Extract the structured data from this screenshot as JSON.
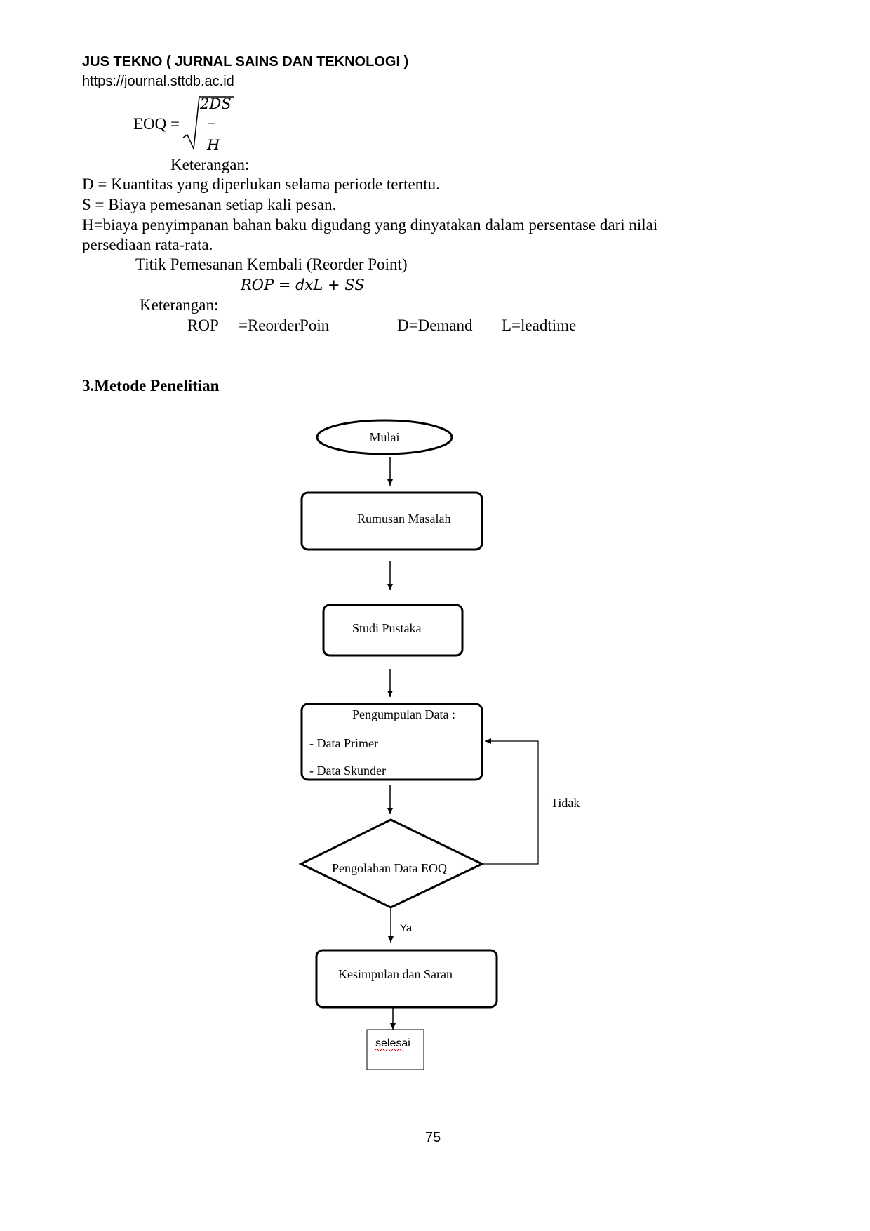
{
  "header": {
    "journal_title": "JUS TEKNO ( JURNAL SAINS DAN TEKNOLOGI )",
    "journal_url": "https://journal.sttdb.ac.id"
  },
  "eoq": {
    "lhs": "EOQ =",
    "numerator": "2DS",
    "bar": "–",
    "denominator": "H",
    "keterangan_label": "Keterangan:",
    "def_d": "D = Kuantitas yang diperlukan selama periode tertentu.",
    "def_s": "S = Biaya pemesanan setiap kali pesan.",
    "def_h_line1": "H=biaya penyimpanan bahan baku digudang yang dinyatakan  dalam persentase dari nilai",
    "def_h_line2": "persediaan rata-rata."
  },
  "rop": {
    "title": "Titik Pemesanan Kembali (Reorder Point)",
    "formula": "ROP = dxL + SS",
    "keterangan_label": "Keterangan:",
    "term_rop": "ROP",
    "term_rop_def": "=ReorderPoin",
    "term_d": "D=Demand",
    "term_l": "L=leadtime"
  },
  "section": {
    "heading": "3.Metode Penelitian"
  },
  "flowchart": {
    "start": "Mulai",
    "step1": "Rumusan Masalah",
    "step2": "Studi Pustaka",
    "step3_title": "Pengumpulan Data :",
    "step3_item1": "- Data Primer",
    "step3_item2": "- Data Skunder",
    "decision": "Pengolahan Data EOQ",
    "no_label": "Tidak",
    "yes_label": "Ya",
    "step4": "Kesimpulan dan Saran",
    "end": "selesai"
  },
  "footer": {
    "page_number": "75"
  }
}
